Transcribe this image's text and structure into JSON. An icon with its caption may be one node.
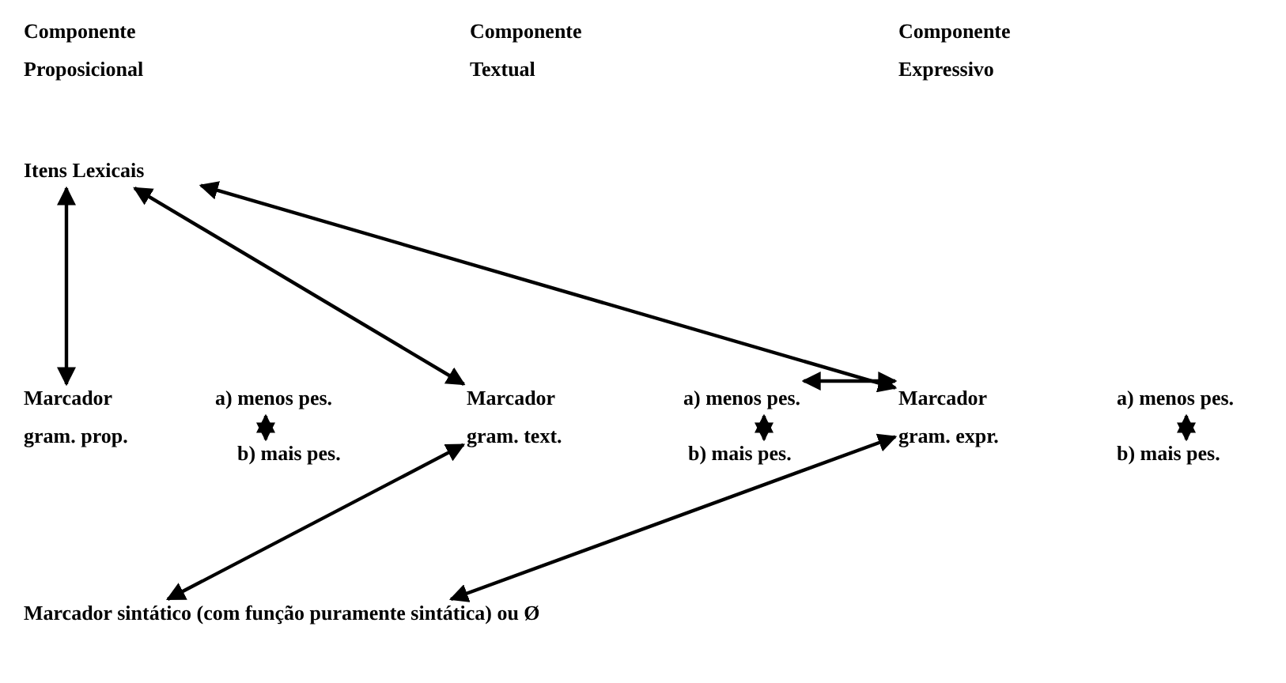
{
  "diagram": {
    "nodes": [
      {
        "text": [
          "Itens Lexicais"
        ]
      },
      {
        "text": [
          "Marcador gram. prop."
        ]
      },
      {
        "text": [
          "a) menos pes."
        ]
      },
      {
        "text": [
          "b) mais pes."
        ]
      },
      {
        "text": [
          "Marcador gram. text."
        ]
      },
      {
        "text": [
          "a) menos pes."
        ]
      },
      {
        "text": [
          "b) mais pes."
        ]
      },
      {
        "text": [
          "Marcador gram. expr."
        ]
      },
      {
        "text": [
          "a) menos pes."
        ]
      },
      {
        "text": [
          "b) mais pes."
        ]
      },
      {
        "text": [
          "Marcador sintático (com função puramente sintática) ou Ø"
        ]
      }
    ],
    "edges": [
      {
        "from": 0,
        "to": 1,
        "arrow": "both"
      },
      {
        "from": 0,
        "to": 4,
        "arrow": "both"
      },
      {
        "from": 0,
        "to": 7,
        "arrow": "both"
      },
      {
        "from": 2,
        "to": 3,
        "arrow": "both"
      },
      {
        "from": 5,
        "to": 6,
        "arrow": "both"
      },
      {
        "from": 5,
        "to": 7,
        "arrow": "both"
      },
      {
        "from": 8,
        "to": 9,
        "arrow": "both"
      },
      {
        "from": 4,
        "to": 10,
        "arrow": "both"
      },
      {
        "from": 7,
        "to": 10,
        "arrow": "both"
      }
    ],
    "labels": [
      "Componente Proposicional",
      "Componente Textual",
      "Componente Expressivo"
    ]
  }
}
